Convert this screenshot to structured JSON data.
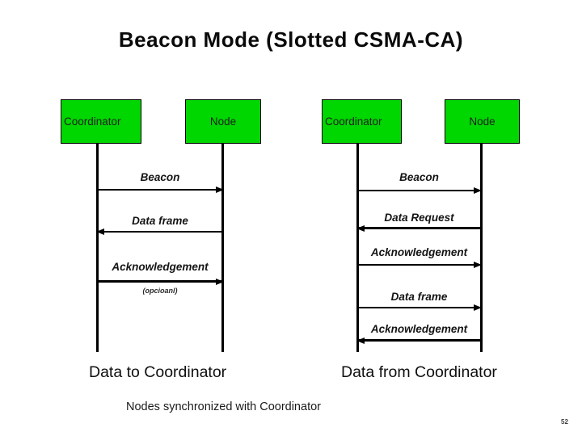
{
  "slide": {
    "title": "Beacon Mode (Slotted CSMA-CA)",
    "footer_note": "Nodes synchronized with Coordinator",
    "page_number": "52"
  },
  "colors": {
    "actor_box_green": "#00d600",
    "line_black": "#000000",
    "background": "#ffffff"
  },
  "diagrams": {
    "left": {
      "caption": "Data to Coordinator",
      "actors": [
        {
          "label": "Coordinator"
        },
        {
          "label": "Node"
        }
      ],
      "messages": [
        {
          "label": "Beacon",
          "direction": "coordinator-to-node"
        },
        {
          "label": "Data frame",
          "direction": "node-to-coordinator"
        },
        {
          "label": "Acknowledgement",
          "direction": "coordinator-to-node",
          "note": "(opcioanl)"
        }
      ]
    },
    "right": {
      "caption": "Data from Coordinator",
      "actors": [
        {
          "label": "Coordinator"
        },
        {
          "label": "Node"
        }
      ],
      "messages": [
        {
          "label": "Beacon",
          "direction": "coordinator-to-node"
        },
        {
          "label": "Data Request",
          "direction": "node-to-coordinator"
        },
        {
          "label": "Acknowledgement",
          "direction": "coordinator-to-node"
        },
        {
          "label": "Data frame",
          "direction": "coordinator-to-node"
        },
        {
          "label": "Acknowledgement",
          "direction": "node-to-coordinator"
        }
      ]
    }
  }
}
